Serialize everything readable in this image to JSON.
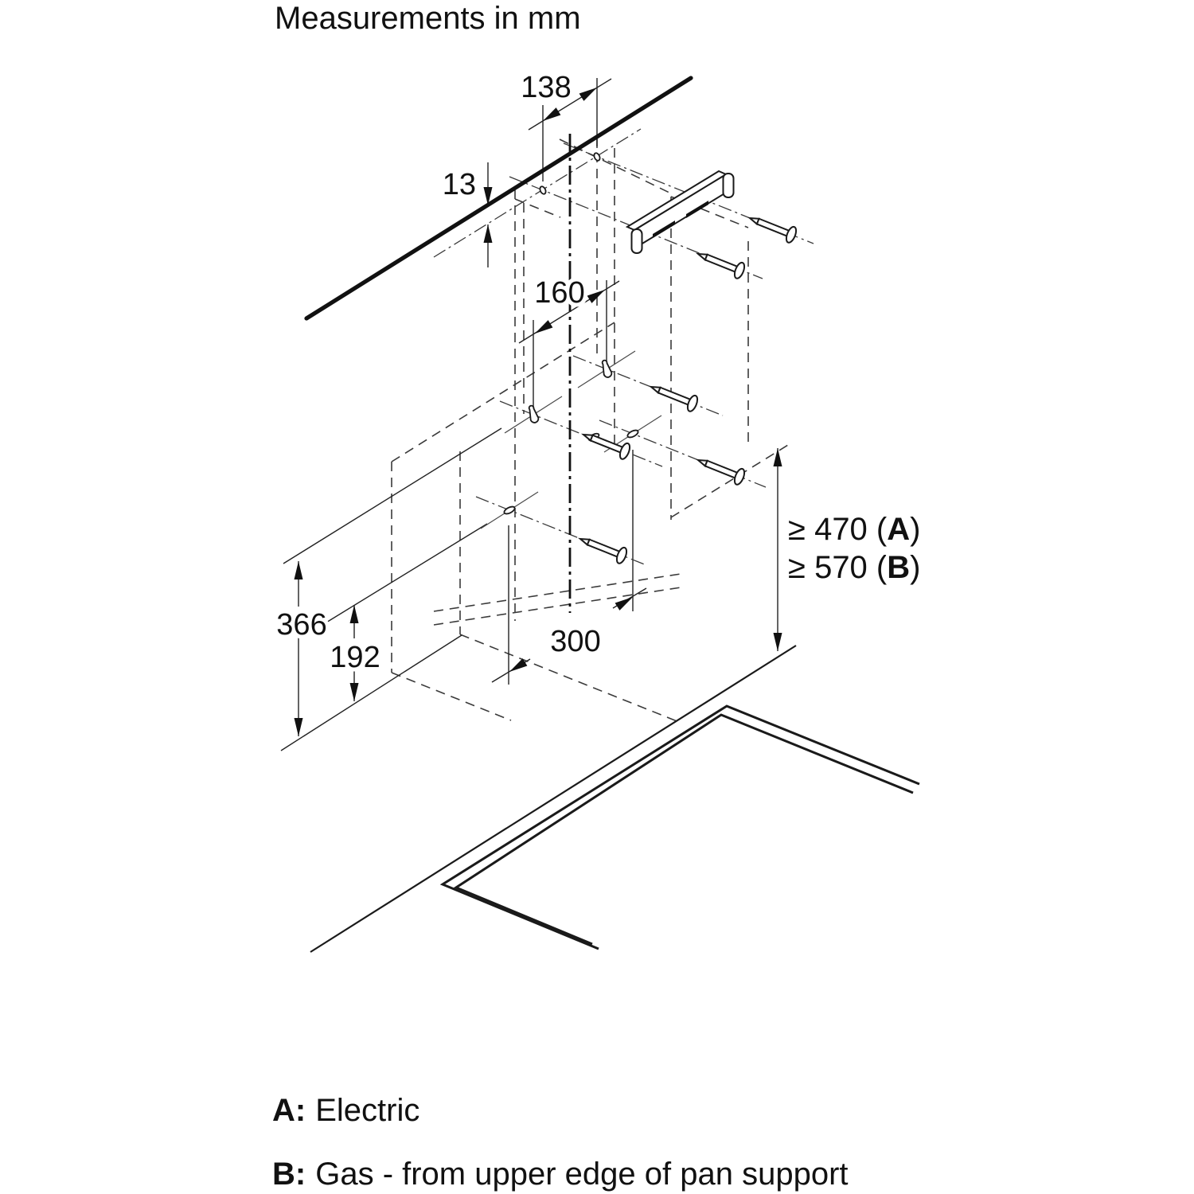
{
  "title": "Measurements in mm",
  "diagram": {
    "dims": {
      "bracket_hole_spacing": "138",
      "wall_top_offset": "13",
      "upper_hole_spacing": "160",
      "height_total": "366",
      "height_lower": "192",
      "lower_hole_spacing": "300"
    },
    "clearance": {
      "electric_prefix": "≥ 470 (",
      "electric_letter": "A",
      "electric_suffix": ")",
      "gas_prefix": "≥ 570 (",
      "gas_letter": "B",
      "gas_suffix": ")"
    }
  },
  "legend": {
    "a_label": "A:",
    "a_text": "Electric",
    "b_label": "B:",
    "b_text": "Gas - from upper edge of pan support"
  },
  "colors": {
    "line": "#1a1a1a",
    "dashed": "#3a3a3a",
    "background": "#ffffff"
  }
}
